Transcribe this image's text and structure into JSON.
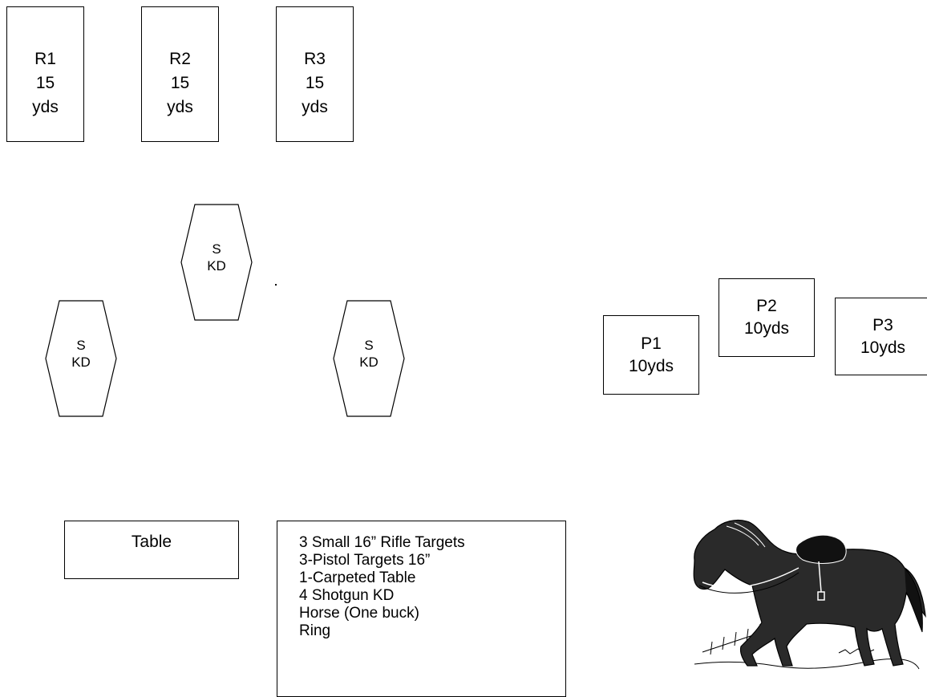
{
  "rifle_targets": [
    {
      "id": "R1",
      "distance": "15",
      "unit": "yds"
    },
    {
      "id": "R2",
      "distance": "15",
      "unit": "yds"
    },
    {
      "id": "R3",
      "distance": "15",
      "unit": "yds"
    }
  ],
  "shotgun_targets": [
    {
      "line1": "S",
      "line2": "KD"
    },
    {
      "line1": "S",
      "line2": "KD"
    },
    {
      "line1": "S",
      "line2": "KD"
    }
  ],
  "pistol_targets": [
    {
      "id": "P1",
      "distance": "10yds"
    },
    {
      "id": "P2",
      "distance": "10yds"
    },
    {
      "id": "P3",
      "distance": "10yds"
    }
  ],
  "table": {
    "label": "Table"
  },
  "equipment_list": [
    "3 Small 16” Rifle Targets",
    "3-Pistol Targets 16”",
    "1-Carpeted Table",
    "4 Shotgun KD",
    "Horse (One buck)",
    "Ring"
  ],
  "horse_illustration": {
    "icon": "horse-icon"
  }
}
